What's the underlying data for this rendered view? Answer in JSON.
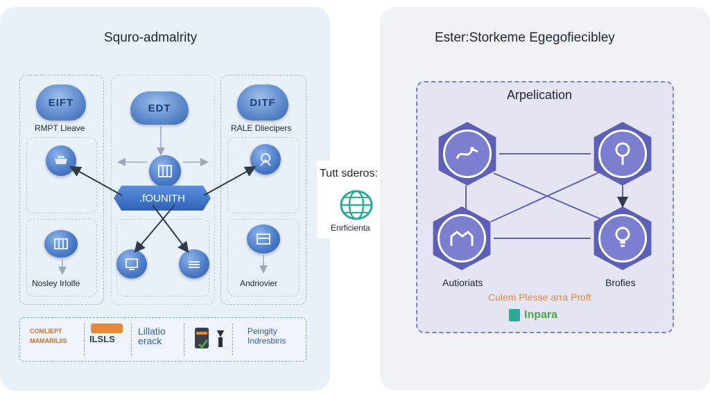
{
  "left": {
    "title": "Squro-admalrity",
    "banner": ".fOUNITH",
    "clouds": [
      {
        "text": "EIFT",
        "label": "RMPT Lleave"
      },
      {
        "text": "EDT",
        "label": ""
      },
      {
        "text": "DITF",
        "label": "RALE Dliecipers"
      }
    ],
    "bottom_labels": {
      "left": "Nosley Irlolfe",
      "right": "Andriovier"
    },
    "footer": {
      "col1": "COMLIEPT\nMAMARILIIS",
      "col2": "ILSLS",
      "col3": "Lillatio\nerack",
      "col4": "Peingity\nIndresbiris"
    }
  },
  "center": {
    "title": "Tutt sderos:",
    "caption": "Enrficienta"
  },
  "right": {
    "title": "Ester:Storkeme Egegofiecibley",
    "inner_title": "Arpelication",
    "labels": {
      "bottom_left": "Autioriats",
      "bottom_right": "Brofies"
    },
    "tagline": "Culem Plesse arra Proft",
    "logo_text": "Inpara"
  },
  "colors": {
    "left_bg": "#e9f1f8",
    "right_bg": "#f1f2f5",
    "node_blue": "#4e7dc8",
    "hex_purple": "#5e60b8",
    "tagline_orange": "#e8893a",
    "logo_green": "#4fa84a"
  }
}
